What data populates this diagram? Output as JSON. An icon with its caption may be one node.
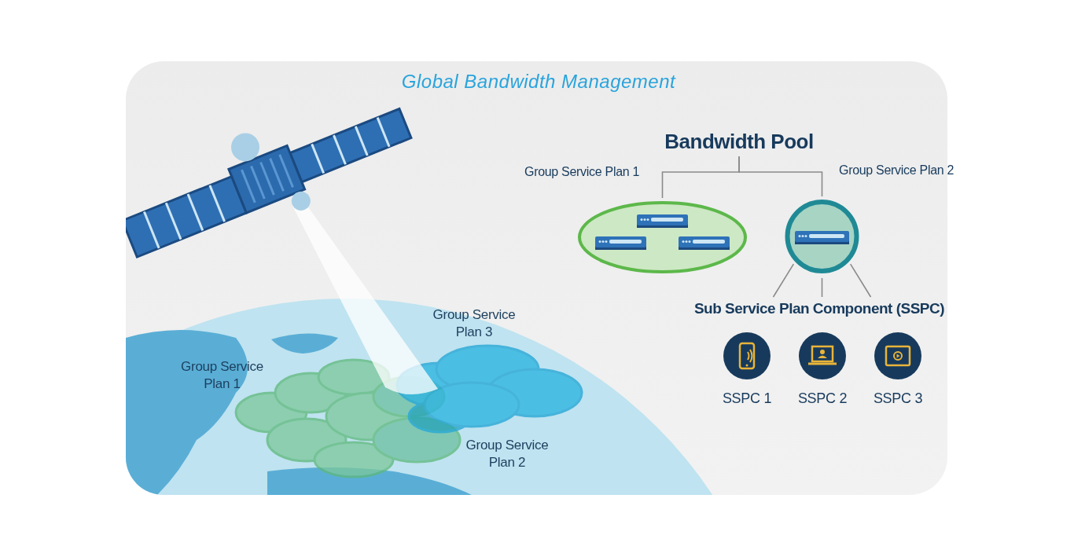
{
  "diagram": {
    "title": "Global Bandwidth Management",
    "nodes": [
      {
        "text": [
          "Bandwidth Pool"
        ]
      },
      {
        "text": [],
        "shape": "ellipse",
        "beside": [
          "Group Service Plan 1"
        ]
      },
      {
        "text": [],
        "shape": "circle",
        "beside": [
          "Group Service Plan 2"
        ]
      },
      {
        "text": [
          "Sub Service Plan Component (SSPC)"
        ]
      },
      {
        "text": [],
        "shape": "circle",
        "beside": [
          "SSPC 1"
        ]
      },
      {
        "text": [],
        "shape": "circle",
        "beside": [
          "SSPC 2"
        ]
      },
      {
        "text": [],
        "shape": "circle",
        "beside": [
          "SSPC 3"
        ]
      }
    ],
    "edges": [
      {
        "from": 0,
        "to": 1,
        "arrow": "none"
      },
      {
        "from": 0,
        "to": 2,
        "arrow": "none"
      },
      {
        "from": 2,
        "to": 3,
        "arrow": "none"
      },
      {
        "from": 2,
        "to": 3,
        "arrow": "none"
      },
      {
        "from": 2,
        "to": 3,
        "arrow": "none"
      }
    ],
    "labels": [
      "Group Service Plan 3",
      "Group Service Plan 1",
      "Group Service Plan 2"
    ]
  }
}
